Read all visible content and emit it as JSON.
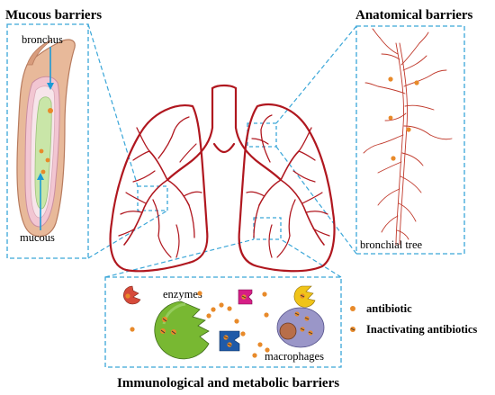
{
  "titles": {
    "mucous": "Mucous barriers",
    "anatomical": "Anatomical barriers",
    "immunological": "Immunological and metabolic barriers"
  },
  "labels": {
    "bronchus": "bronchus",
    "mucous": "mucous",
    "bronchial_tree": "bronchial tree",
    "enzymes": "enzymes",
    "macrophages": "macrophages"
  },
  "legend": {
    "antibiotic": "antibiotic",
    "inactivating": "Inactivating antibiotics"
  },
  "colors": {
    "lung": "#b0171f",
    "dash": "#3aa6d8",
    "arrow": "#1a9ad6",
    "antibiotic": "#e88a2a",
    "enzyme_green": "#78b832",
    "enzyme_magenta": "#d61f86",
    "enzyme_yellow": "#f0c419",
    "enzyme_red": "#d64a3a",
    "enzyme_blue": "#1f5aa8",
    "macrophage": "#9a96c8"
  }
}
